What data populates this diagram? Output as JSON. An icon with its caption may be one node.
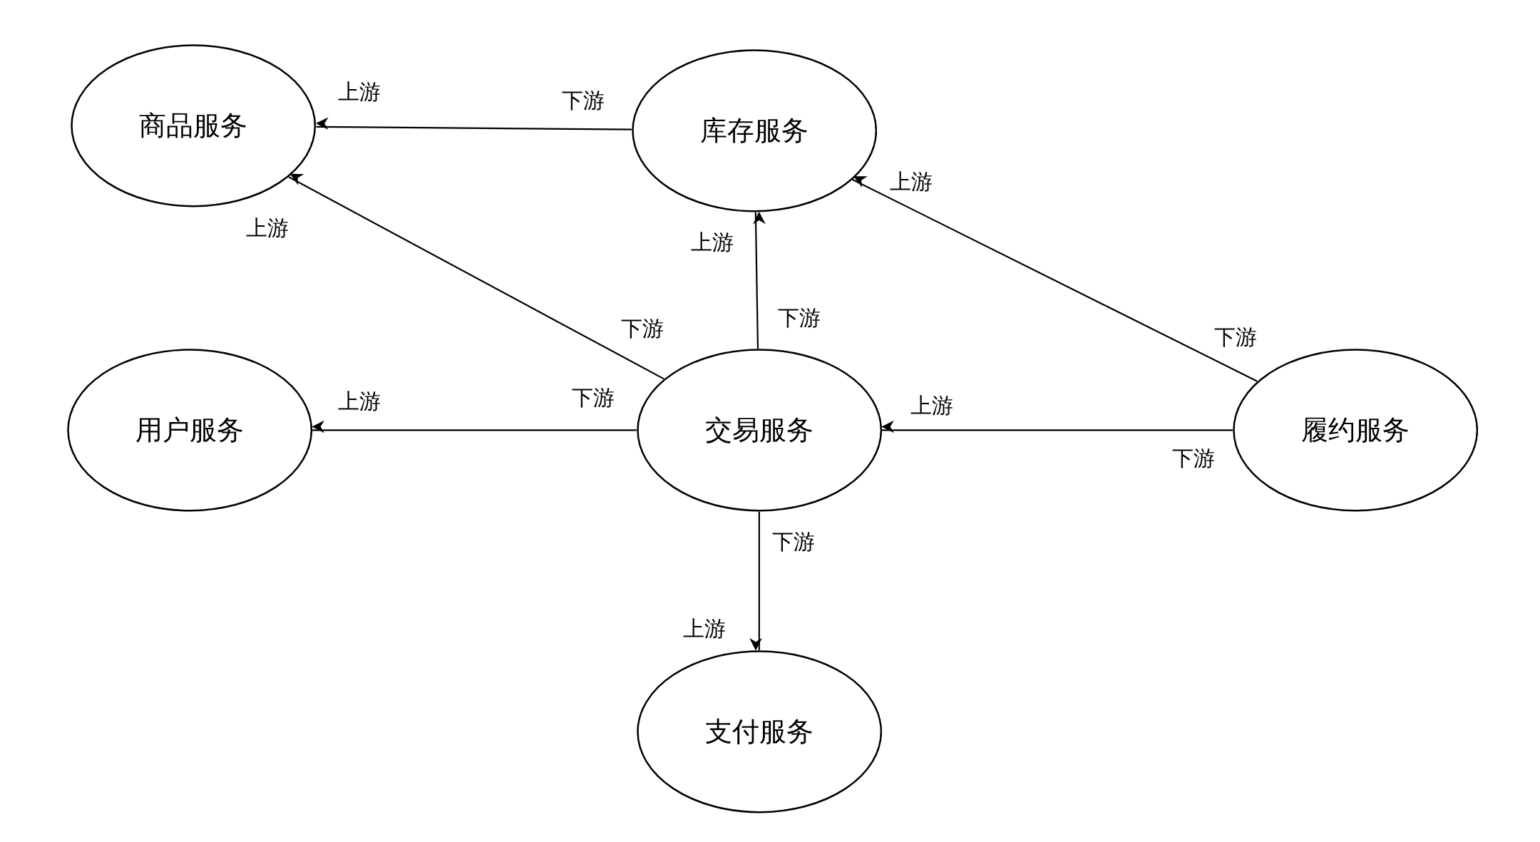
{
  "diagram": {
    "nodes": [
      {
        "text": [
          "商品服务"
        ]
      },
      {
        "text": [
          "库存服务"
        ]
      },
      {
        "text": [
          "用户服务"
        ]
      },
      {
        "text": [
          "交易服务"
        ]
      },
      {
        "text": [
          "履约服务"
        ]
      },
      {
        "text": [
          "支付服务"
        ]
      }
    ],
    "edges": [
      {
        "from": 1,
        "to": 0,
        "arrow": "to"
      },
      {
        "from": 3,
        "to": 0,
        "arrow": "to"
      },
      {
        "from": 3,
        "to": 1,
        "arrow": "to"
      },
      {
        "from": 4,
        "to": 1,
        "arrow": "to"
      },
      {
        "from": 3,
        "to": 2,
        "arrow": "to"
      },
      {
        "from": 4,
        "to": 3,
        "arrow": "to"
      },
      {
        "from": 3,
        "to": 5,
        "arrow": "to"
      }
    ],
    "labels": [
      "上游",
      "下游",
      "上游",
      "上游",
      "上游",
      "下游",
      "下游",
      "下游",
      "下游",
      "上游",
      "上游",
      "下游",
      "下游",
      "上游"
    ]
  }
}
